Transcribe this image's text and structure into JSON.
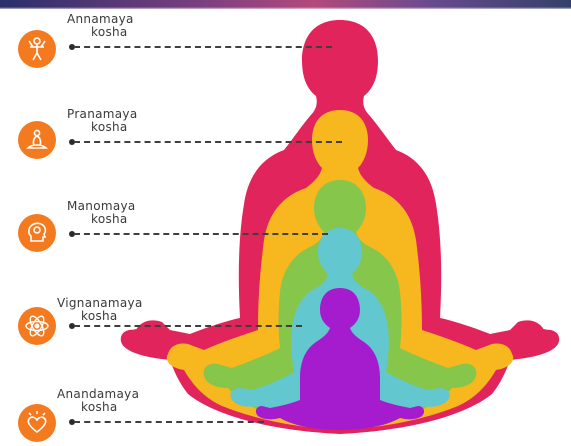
{
  "koshas": [
    {
      "name_line1": "Annamaya",
      "name_line2": "kosha",
      "color": "#e2245c",
      "icon": "body-figure-icon"
    },
    {
      "name_line1": "Pranamaya",
      "name_line2": "kosha",
      "color": "#f7b71e",
      "icon": "meditation-figure-icon"
    },
    {
      "name_line1": "Manomaya",
      "name_line2": "kosha",
      "color": "#86c64a",
      "icon": "head-mind-icon"
    },
    {
      "name_line1": "Vignanamaya",
      "name_line2": "kosha",
      "color": "#62c7cf",
      "icon": "atom-icon"
    },
    {
      "name_line1": "Anandamaya",
      "name_line2": "kosha",
      "color": "#a51ccf",
      "icon": "heart-glow-icon"
    }
  ],
  "colors": {
    "icon_background": "#f47a20",
    "text": "#3a3a3a",
    "leader_line": "#3f3f3f"
  }
}
